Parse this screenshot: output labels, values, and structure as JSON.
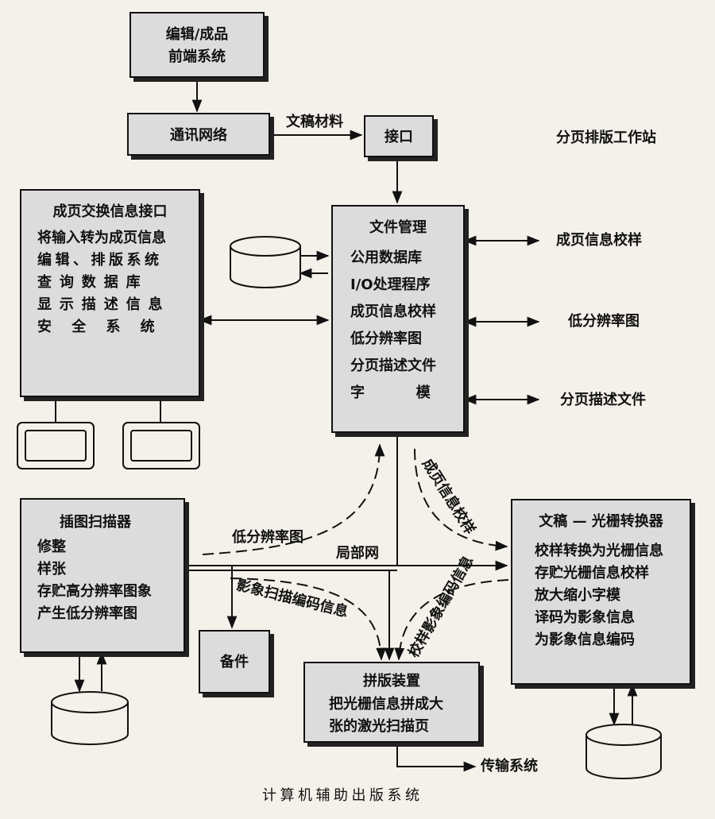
{
  "nodes": {
    "editing": {
      "title": "编辑/成品",
      "subtitle": "前端系统"
    },
    "comm": {
      "title": "通讯网络"
    },
    "interface": {
      "title": "接口"
    },
    "exchange": {
      "title": "成页交换信息接口",
      "items": [
        "将输入转为成页信息",
        "编辑、排版系统",
        "查询数据库",
        "显示描述信息",
        "安全系统"
      ]
    },
    "filemgmt": {
      "title": "文件管理",
      "items": [
        "公用数据库",
        "I/O处理程序",
        "成页信息校样",
        "低分辨率图",
        "分页描述文件",
        "字模"
      ]
    },
    "scanner": {
      "title": "插图扫描器",
      "items": [
        "修整",
        "样张",
        "存贮高分辨率图象",
        "产生低分辨率图"
      ]
    },
    "backup": {
      "title": "备件"
    },
    "imposition": {
      "title": "拼版装置",
      "items": [
        "把光栅信息拼成大",
        "张的激光扫描页"
      ]
    },
    "converter": {
      "title": "文稿 — 光栅转换器",
      "items": [
        "校样转换为光栅信息",
        "存贮光栅信息校样",
        "放大缩小字模",
        "译码为影象信息",
        "为影象信息编码"
      ]
    }
  },
  "labels": {
    "manuscript": "文稿材料",
    "workstation": "分页排版工作站",
    "out_proof": "成页信息校样",
    "out_lowres": "低分辨率图",
    "out_pagedesc": "分页描述文件",
    "lowres_curve": "低分辨率图",
    "lan": "局部网",
    "image_encode": "影象扫描编码信息",
    "page_proof_curve": "成页信息校样",
    "proof_image_curve": "校样影象编码信息",
    "transmission": "传输系统"
  },
  "caption": "计算机辅助出版系统"
}
